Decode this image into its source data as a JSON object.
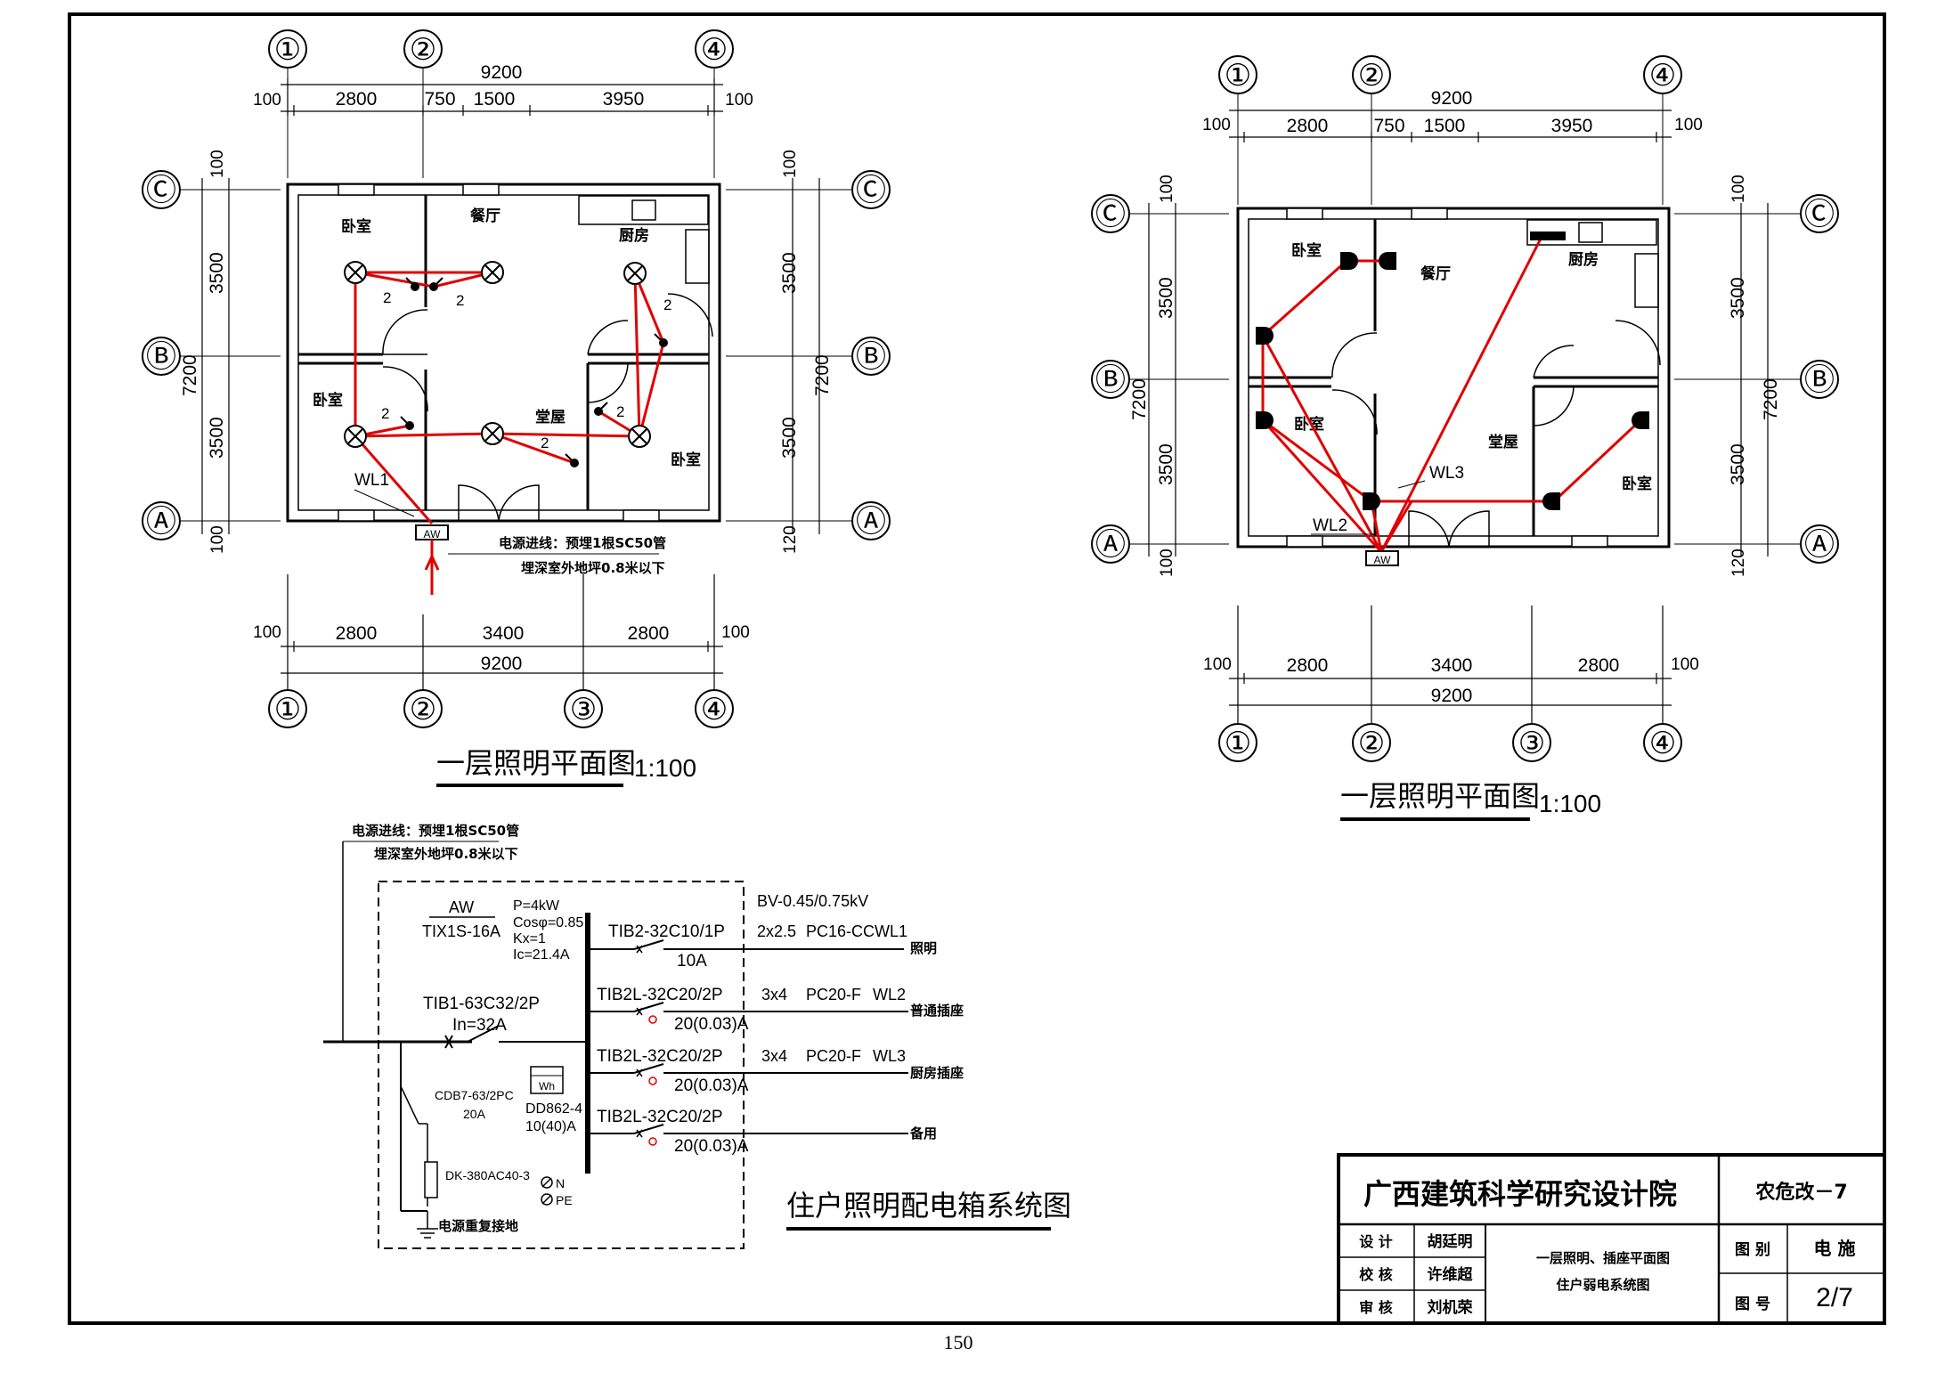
{
  "colors": {
    "wire": "#e00000",
    "line": "#000000"
  },
  "left_plan": {
    "axes_top": [
      "①",
      "②",
      "④"
    ],
    "axes_bottom": [
      "①",
      "②",
      "③",
      "④"
    ],
    "axes_side": [
      "Ⓒ",
      "Ⓑ",
      "Ⓐ"
    ],
    "top_dims": {
      "total": "9200",
      "d100a": "100",
      "d2800": "2800",
      "d750": "750",
      "d1500": "1500",
      "d3950": "3950",
      "d100b": "100"
    },
    "bottom_dims": {
      "total": "9200",
      "d100a": "100",
      "d2800a": "2800",
      "d3400": "3400",
      "d2800b": "2800",
      "d100b": "100"
    },
    "left_dims": {
      "d100a": "100",
      "d3500a": "3500",
      "d7200": "7200",
      "d3500b": "3500",
      "d100b": "100"
    },
    "right_dims": {
      "d100": "100",
      "d3500a": "3500",
      "d7200": "7200",
      "d3500b": "3500",
      "d120": "120"
    },
    "rooms": {
      "bed1": "卧室",
      "dining": "餐厅",
      "kitchen": "厨房",
      "bed2": "卧室",
      "hall": "堂屋",
      "bed3": "卧室"
    },
    "wire_counts": [
      "2",
      "2",
      "2",
      "2",
      "2",
      "2"
    ],
    "circuit": "WL1",
    "box": "AW",
    "supply_note_1": "电源进线：预埋1根SC50管",
    "supply_note_2": "埋深室外地坪0.8米以下",
    "title": "一层照明平面图",
    "scale": "1:100"
  },
  "right_plan": {
    "axes_top": [
      "①",
      "②",
      "④"
    ],
    "axes_bottom": [
      "①",
      "②",
      "③",
      "④"
    ],
    "axes_side": [
      "Ⓒ",
      "Ⓑ",
      "Ⓐ"
    ],
    "top_dims": {
      "total": "9200",
      "d100a": "100",
      "d2800": "2800",
      "d750": "750",
      "d1500": "1500",
      "d3950": "3950",
      "d100b": "100"
    },
    "bottom_dims": {
      "total": "9200",
      "d100a": "100",
      "d2800a": "2800",
      "d3400": "3400",
      "d2800b": "2800",
      "d100b": "100"
    },
    "left_dims": {
      "d100a": "100",
      "d3500a": "3500",
      "d7200": "7200",
      "d3500b": "3500",
      "d100b": "100"
    },
    "right_dims": {
      "d100": "100",
      "d3500a": "3500",
      "d7200": "7200",
      "d3500b": "3500",
      "d120": "120"
    },
    "rooms": {
      "bed1": "卧室",
      "dining": "餐厅",
      "kitchen": "厨房",
      "bed2": "卧室",
      "hall": "堂屋",
      "bed3": "卧室"
    },
    "circuit_a": "WL3",
    "circuit_b": "WL2",
    "box": "AW",
    "title": "一层照明平面图",
    "scale": "1:100"
  },
  "system": {
    "supply_note_1": "电源进线：预埋1根SC50管",
    "supply_note_2": "埋深室外地坪0.8米以下",
    "box_name": "AW",
    "box_model": "TIX1S-16A",
    "params": [
      "P=4kW",
      "Cosφ=0.85",
      "Kx=1",
      "Ic=21.4A"
    ],
    "main_breaker": "TIB1-63C32/2P",
    "main_in": "In=32A",
    "spd": "CDB7-63/2PC",
    "spd_rating": "20A",
    "meter": "DD862-4",
    "meter_rating": "10(40)A",
    "meter_label": "Wh",
    "arrester": "DK-380AC40-3",
    "n_label": "N",
    "pe_label": "PE",
    "ground": "电源重复接地",
    "cable": "BV-0.45/0.75kV",
    "branches": [
      {
        "breaker": "TIB2-32C10/1P",
        "rating": "10A",
        "cable": "2x2.5",
        "pipe": "PC16-CC",
        "circuit": "WL1",
        "use": "照明"
      },
      {
        "breaker": "TIB2L-32C20/2P",
        "rating": "20(0.03)A",
        "cable": "3x4",
        "pipe": "PC20-F",
        "circuit": "WL2",
        "use": "普通插座"
      },
      {
        "breaker": "TIB2L-32C20/2P",
        "rating": "20(0.03)A",
        "cable": "3x4",
        "pipe": "PC20-F",
        "circuit": "WL3",
        "use": "厨房插座"
      },
      {
        "breaker": "TIB2L-32C20/2P",
        "rating": "20(0.03)A",
        "cable": "",
        "pipe": "",
        "circuit": "",
        "use": "备用"
      }
    ],
    "title": "住户照明配电箱系统图"
  },
  "title_block": {
    "institute": "广西建筑科学研究设计院",
    "project": "农危改－7",
    "rows": [
      {
        "role": "设 计",
        "name": "胡廷明"
      },
      {
        "role": "校 核",
        "name": "许维超"
      },
      {
        "role": "审 核",
        "name": "刘机荣"
      }
    ],
    "drawing_1": "一层照明、插座平面图",
    "drawing_2": "住户弱电系统图",
    "cat_label": "图 别",
    "cat_value": "电 施",
    "no_label": "图 号",
    "no_value": "2/7"
  },
  "page_number": "150"
}
